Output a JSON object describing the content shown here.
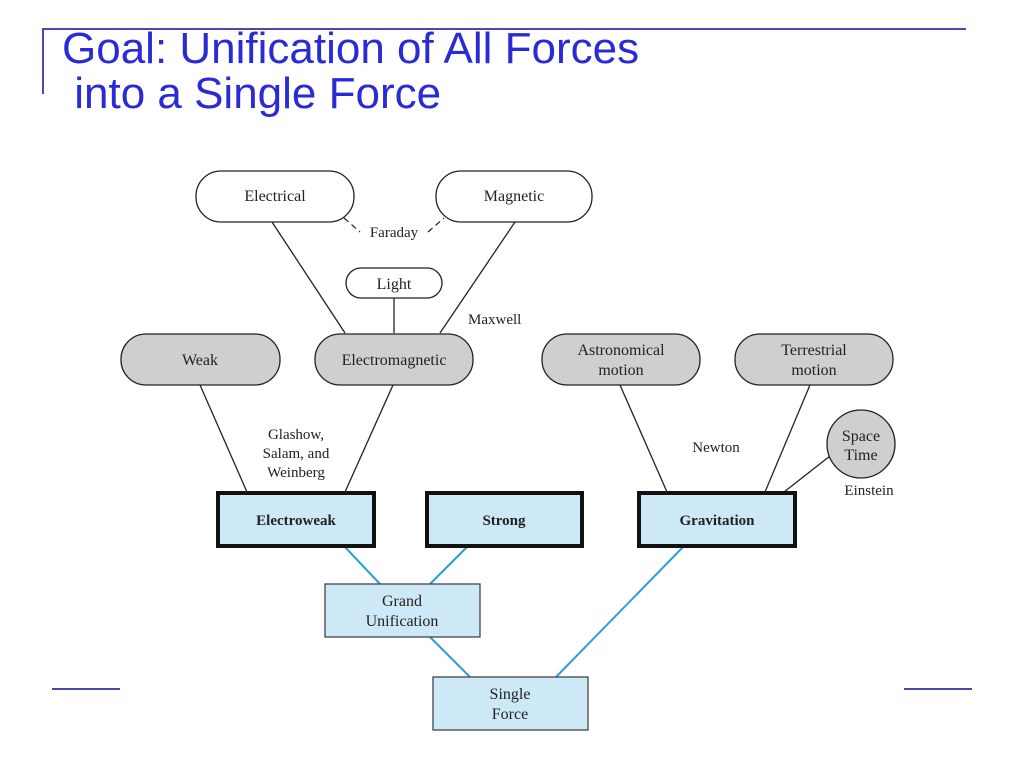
{
  "title": {
    "line1": "Goal: Unification of All Forces",
    "line2": " into a Single Force"
  },
  "diagram": {
    "nodes": {
      "electrical": "Electrical",
      "magnetic": "Magnetic",
      "light": "Light",
      "weak": "Weak",
      "electromagnetic": "Electromagnetic",
      "astronomical_line1": "Astronomical",
      "astronomical_line2": "motion",
      "terrestrial_line1": "Terrestrial",
      "terrestrial_line2": "motion",
      "space_time_line1": "Space",
      "space_time_line2": "Time",
      "electroweak": "Electroweak",
      "strong": "Strong",
      "gravitation": "Gravitation",
      "grand_line1": "Grand",
      "grand_line2": "Unification",
      "single_line1": "Single",
      "single_line2": "Force"
    },
    "labels": {
      "faraday": "Faraday",
      "maxwell": "Maxwell",
      "glashow_line1": "Glashow,",
      "glashow_line2": "Salam, and",
      "glashow_line3": "Weinberg",
      "newton": "Newton",
      "einstein": "Einstein"
    },
    "colors": {
      "title": "#2b2bd6",
      "grey_node": "#cfcfcf",
      "blue_node": "#cde8f6",
      "blue_line": "#2aa0d6",
      "rule": "#4a4aa8"
    }
  }
}
